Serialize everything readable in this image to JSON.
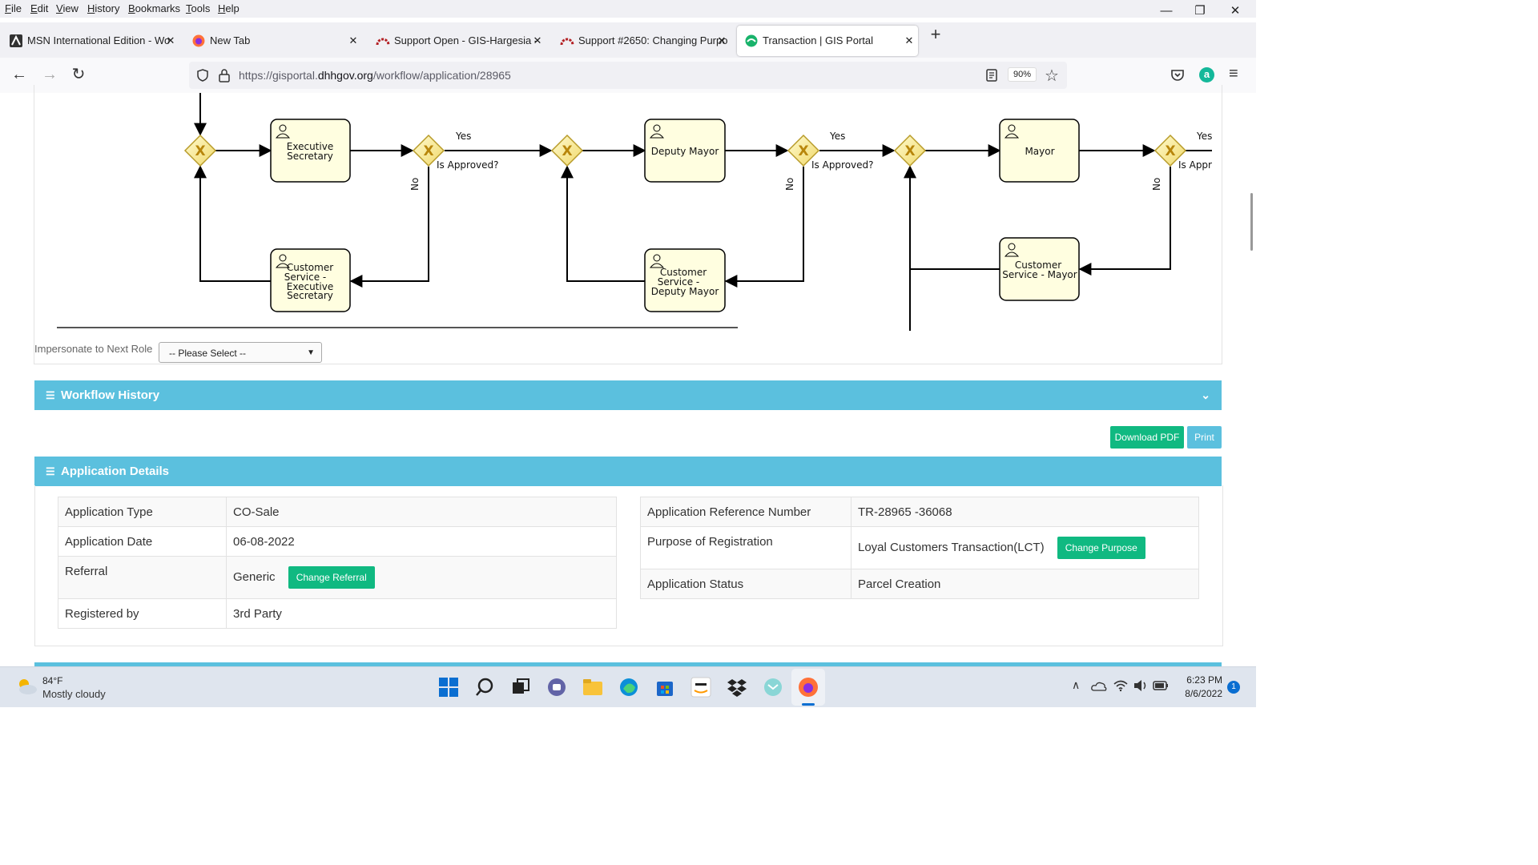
{
  "menubar": {
    "items": [
      "File",
      "Edit",
      "View",
      "History",
      "Bookmarks",
      "Tools",
      "Help"
    ]
  },
  "tabs": [
    {
      "label": "MSN International Edition - Wo",
      "icon": "msn-icon",
      "color": "#333333"
    },
    {
      "label": "New Tab",
      "icon": "firefox-icon",
      "color": "#ff7139"
    },
    {
      "label": "Support Open - GIS-Hargesia - ",
      "icon": "redmine-icon",
      "color": "#b32024"
    },
    {
      "label": "Support #2650: Changing Purpo",
      "icon": "redmine-icon",
      "color": "#b32024"
    },
    {
      "label": "Transaction | GIS Portal",
      "icon": "gis-portal-icon",
      "color": "#19b36b"
    }
  ],
  "url": {
    "prefix": "https://gisportal.",
    "domain": "dhhgov.org",
    "path": "/workflow/application/28965"
  },
  "zoom": "90%",
  "diagram": {
    "tasks": [
      "Executive Secretary",
      "Deputy Mayor",
      "Mayor"
    ],
    "cs_tasks": [
      [
        "Customer",
        "Service -",
        "Executive",
        "Secretary"
      ],
      [
        "Customer",
        "Service -",
        "Deputy Mayor"
      ],
      [
        "Customer",
        "Service - Mayor"
      ]
    ],
    "labels": {
      "yes": "Yes",
      "no": "No",
      "question": "Is Approved?",
      "question_cut": "Is Appr",
      "gateway": "X"
    }
  },
  "impersonate": {
    "label": "Impersonate to Next Role",
    "selected": "-- Please Select --"
  },
  "workflow_history": {
    "title": "Workflow History"
  },
  "actions": {
    "download": "Download PDF",
    "print": "Print"
  },
  "app_details": {
    "title": "Application Details",
    "left": [
      {
        "label": "Application Type",
        "value": "CO-Sale"
      },
      {
        "label": "Application Date",
        "value": "06-08-2022"
      },
      {
        "label": "Referral",
        "value": "Generic",
        "button": "Change Referral"
      },
      {
        "label": "Registered by",
        "value": "3rd Party"
      }
    ],
    "right": [
      {
        "label": "Application Reference Number",
        "value": "TR-28965 -36068"
      },
      {
        "label": "Purpose of Registration",
        "value": "Loyal Customers Transaction(LCT)",
        "button": "Change Purpose"
      },
      {
        "label": "Application Status",
        "value": "Parcel Creation"
      }
    ]
  },
  "taskbar": {
    "weather_temp": "84°F",
    "weather_desc": "Mostly cloudy",
    "time": "6:23 PM",
    "date": "8/6/2022",
    "notifications": "1"
  }
}
